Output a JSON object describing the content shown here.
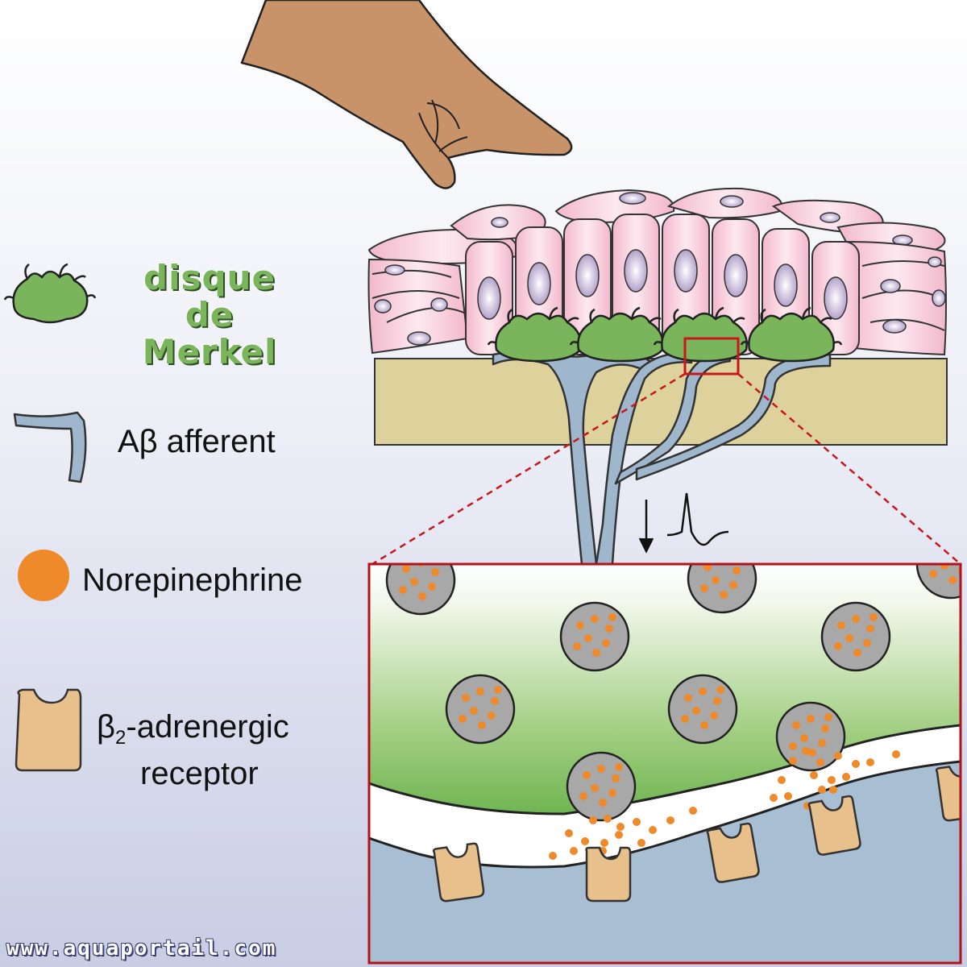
{
  "legend": {
    "merkel": {
      "line1": "disque",
      "line2": "de Merkel",
      "icon": "merkel-disc-icon",
      "color": "#7ab55c"
    },
    "afferent": {
      "label": "Aβ afferent",
      "icon": "afferent-nerve-icon",
      "color": "#9fb7cc"
    },
    "norepinephrine": {
      "label": "Norepinephrine",
      "icon": "orange-dot-icon",
      "color": "#ee8a2a"
    },
    "receptor": {
      "beta": "β",
      "sub": "2",
      "line1_rest": "-adrenergic",
      "line2": "receptor",
      "icon": "receptor-icon",
      "color": "#e8c08c"
    }
  },
  "watermark": "www.aquaportail.com",
  "colors": {
    "skin_cell": "#f6cfdc",
    "nucleus": "#b8a4cc",
    "dermis": "#ddd19c",
    "highlight_box": "#c8161d",
    "finger": "#c9936a"
  }
}
